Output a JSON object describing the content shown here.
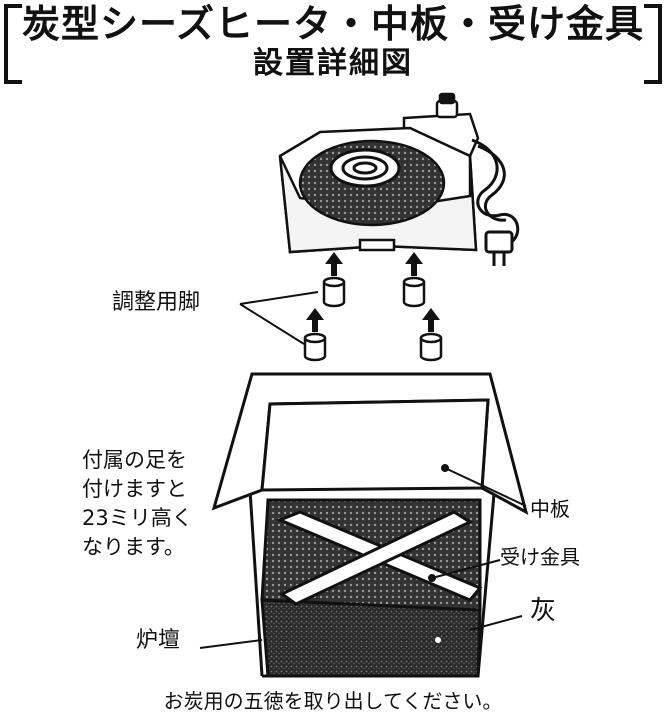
{
  "title": {
    "main": "炭型シーズヒータ・中板・受け金具",
    "sub": "設置詳細図"
  },
  "labels": {
    "adjust_legs": "調整用脚",
    "middle_plate": "中板",
    "bracket": "受け金具",
    "ash": "灰",
    "hearth": "炉壇"
  },
  "note_lines": [
    "付属の足を",
    "付けますと",
    "23ミリ高く",
    "なります。"
  ],
  "bottom_note": "お炭用の五徳を取り出してください。"
}
